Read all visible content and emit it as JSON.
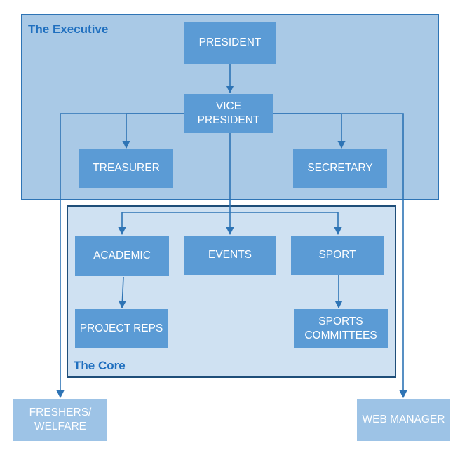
{
  "colors": {
    "executive_fill": "#a9c9e6",
    "executive_border": "#2e74b5",
    "core_fill": "#cfe1f2",
    "core_border": "#1f4e79",
    "node_fill": "#5b9bd5",
    "outer_node_fill": "#9dc3e6",
    "title_color": "#1f6fbf",
    "connector": "#2e74b5"
  },
  "groups": {
    "executive": {
      "title": "The Executive"
    },
    "core": {
      "title": "The Core"
    }
  },
  "nodes": {
    "president": "PRESIDENT",
    "vice_president": "VICE PRESIDENT",
    "treasurer": "TREASURER",
    "secretary": "SECRETARY",
    "academic": "ACADEMIC",
    "events": "EVENTS",
    "sport": "SPORT",
    "project_reps": "PROJECT REPS",
    "sports_committees": "SPORTS COMMITTEES",
    "freshers_welfare": "FRESHERS/ WELFARE",
    "web_manager": "WEB MANAGER"
  },
  "edges": [
    [
      "president",
      "vice_president"
    ],
    [
      "vice_president",
      "treasurer"
    ],
    [
      "vice_president",
      "secretary"
    ],
    [
      "vice_president",
      "academic"
    ],
    [
      "vice_president",
      "events"
    ],
    [
      "vice_president",
      "sport"
    ],
    [
      "vice_president",
      "freshers_welfare"
    ],
    [
      "vice_president",
      "web_manager"
    ],
    [
      "academic",
      "project_reps"
    ],
    [
      "sport",
      "sports_committees"
    ]
  ]
}
